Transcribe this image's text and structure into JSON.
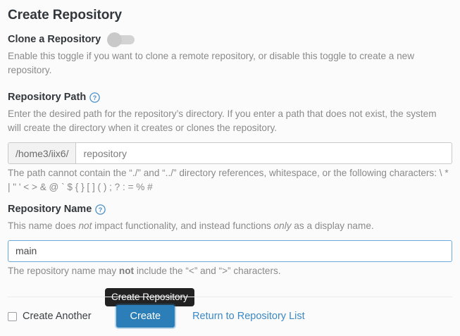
{
  "page": {
    "title": "Create Repository"
  },
  "clone": {
    "label": "Clone a Repository",
    "toggle_state": "off",
    "help_text": "Enable this toggle if you want to clone a remote repository, or disable this toggle to create a new repository."
  },
  "repository_path": {
    "label": "Repository Path",
    "help_icon": "question-circle-icon",
    "help_text": "Enter the desired path for the repository’s directory. If you enter a path that does not exist, the system will create the directory when it creates or clones the repository.",
    "prefix": "/home3/iix6/",
    "value": "",
    "placeholder": "repository",
    "restriction_prefix": "The path cannot contain the “./” and “../” directory references, whitespace, or the following characters: ",
    "restriction_characters": "\\ * | \" ' < > & @ ` $ { } [ ] ( ) ; ? : = % #"
  },
  "repository_name": {
    "label": "Repository Name",
    "help_icon": "question-circle-icon",
    "help_text_part1": "This name does ",
    "help_text_em1": "not",
    "help_text_part2": " impact functionality, and instead functions ",
    "help_text_em2": "only",
    "help_text_part3": " as a display name.",
    "value": "main",
    "placeholder": "main",
    "note_part1": "The repository name may ",
    "note_bold": "not",
    "note_part2": " include the “<” and “>” characters."
  },
  "footer": {
    "create_another_label": "Create Another",
    "create_another_checked": false,
    "create_button_label": "Create",
    "return_link_label": "Return to Repository List",
    "tooltip_text": "Create Repository"
  },
  "colors": {
    "primary_button": "#2c7eb8",
    "link": "#3b89c5",
    "tooltip_bg": "#222222",
    "focus_border": "#6aa9de",
    "help_icon": "#4a90c9"
  }
}
